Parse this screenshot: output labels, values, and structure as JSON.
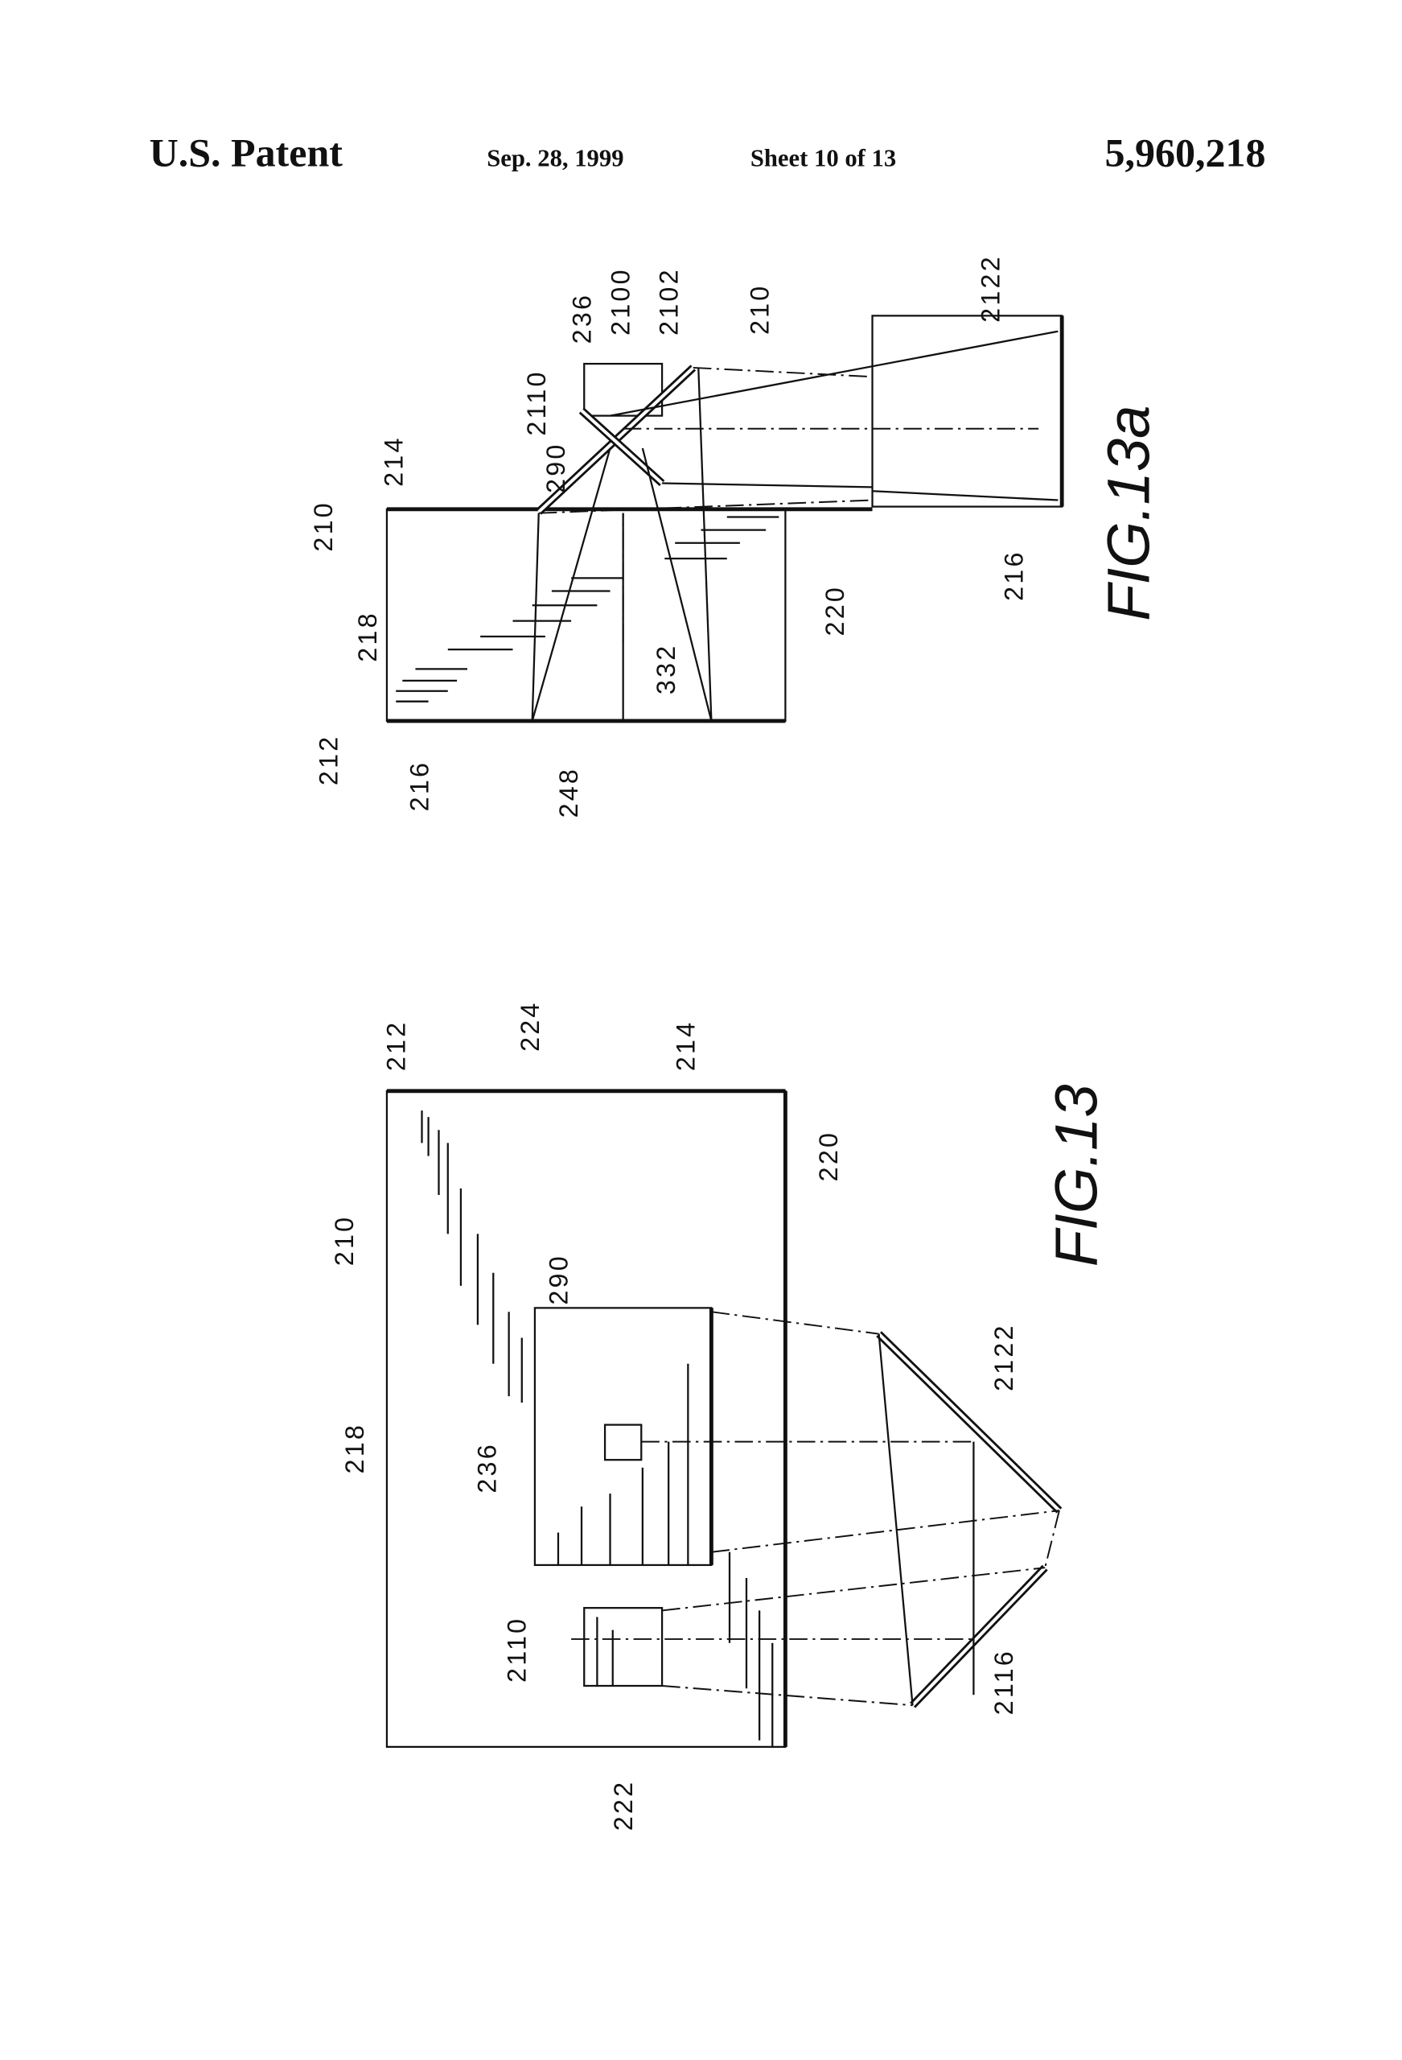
{
  "header": {
    "left": "U.S. Patent",
    "date": "Sep. 28, 1999",
    "sheet": "Sheet 10 of 13",
    "number": "5,960,218"
  },
  "fig13a": {
    "title": "FIG.13a",
    "labels": [
      "212",
      "216",
      "248",
      "218",
      "210",
      "214",
      "290",
      "2110",
      "236",
      "2100",
      "2102",
      "210",
      "2122",
      "216",
      "220",
      "332"
    ]
  },
  "fig13": {
    "title": "FIG.13",
    "labels": [
      "212",
      "224",
      "214",
      "210",
      "220",
      "290",
      "218",
      "236",
      "2122",
      "2110",
      "2116",
      "222"
    ]
  }
}
